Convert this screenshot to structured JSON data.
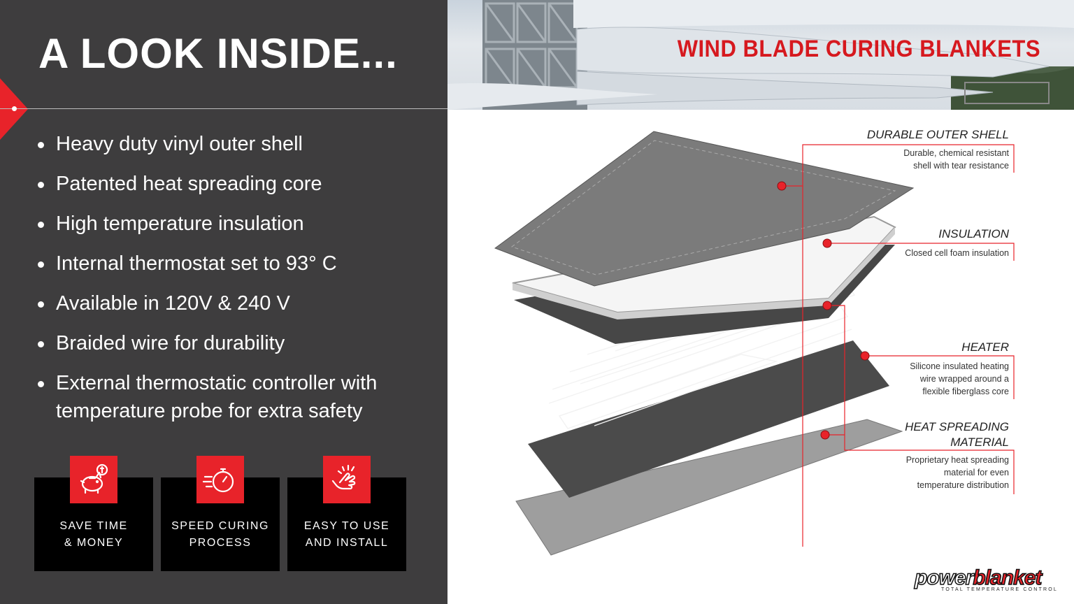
{
  "title": "A LOOK INSIDE...",
  "bullets": [
    "Heavy duty vinyl outer shell",
    "Patented heat spreading core",
    "High temperature insulation",
    "Internal thermostat set to 93° C",
    "Available in 120V & 240 V",
    "Braided wire for durability",
    "External thermostatic controller with temperature probe for extra safety"
  ],
  "cards": [
    {
      "line1": "SAVE TIME",
      "line2": "& MONEY",
      "icon": "piggy-bank-icon"
    },
    {
      "line1": "SPEED CURING",
      "line2": "PROCESS",
      "icon": "stopwatch-icon"
    },
    {
      "line1": "EASY TO USE",
      "line2": "AND INSTALL",
      "icon": "hand-click-icon"
    }
  ],
  "photo_title": "WIND BLADE CURING BLANKETS",
  "layers": [
    {
      "heading": "DURABLE OUTER SHELL",
      "desc_line1": "Durable, chemical resistant",
      "desc_line2": "shell with tear resistance"
    },
    {
      "heading": "INSULATION",
      "desc_line1": "Closed cell foam insulation"
    },
    {
      "heading": "HEATER",
      "desc_line1": "Silicone insulated heating",
      "desc_line2": "wire wrapped around a",
      "desc_line3": "flexible fiberglass core"
    },
    {
      "heading_line1": "HEAT SPREADING",
      "heading_line2": "MATERIAL",
      "desc_line1": "Proprietary heat spreading",
      "desc_line2": "material for even",
      "desc_line3": "temperature distribution"
    }
  ],
  "logo": {
    "part1": "power",
    "part2": "blanket",
    "tagline": "TOTAL TEMPERATURE CONTROL"
  },
  "colors": {
    "accent": "#e8232a",
    "panel": "#3e3d3e"
  }
}
